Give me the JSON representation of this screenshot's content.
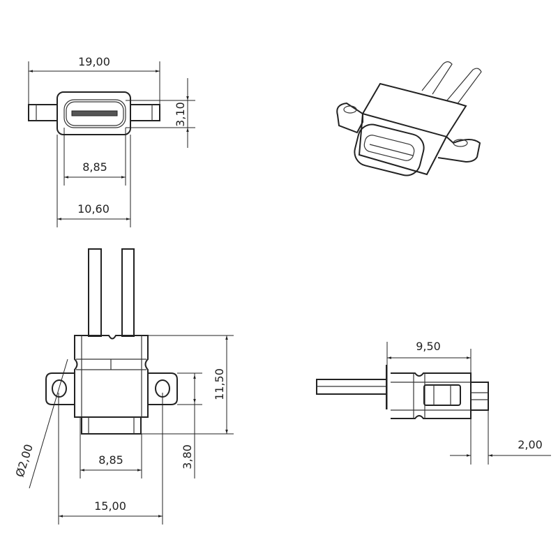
{
  "title": "Waterproof USB Type-C connector dimension drawing",
  "views": {
    "front": {
      "width_total": "19,00",
      "flange_thickness": "3,10",
      "opening_width": "8,85",
      "body_width": "10,60"
    },
    "bottom": {
      "height_total": "11,50",
      "flange_height": "3,80",
      "tab_width": "8,85",
      "hole_spacing": "15,00",
      "hole_diameter": "Ø2,00"
    },
    "side": {
      "depth": "9,50",
      "protrusion": "2,00"
    }
  },
  "colors": {
    "line": "#222222",
    "background": "#ffffff"
  }
}
